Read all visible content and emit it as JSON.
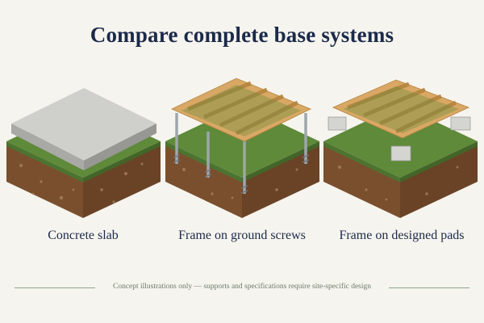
{
  "title": "Compare complete base systems",
  "panels": [
    {
      "caption": "Concrete slab",
      "icon": "concrete-slab-illustration"
    },
    {
      "caption": "Frame on ground screws",
      "icon": "ground-screw-frame-illustration"
    },
    {
      "caption": "Frame on designed pads",
      "icon": "pad-frame-illustration"
    }
  ],
  "footnote": "Concept illustrations only — supports and specifications require site-specific design",
  "colors": {
    "title": "#1b2a4a",
    "grass": "#5e8a3a",
    "soil": "#7a4f2e",
    "concrete": "#c9c9c6",
    "timber": "#d9a865",
    "steel": "#9ea6ad",
    "rule": "#8aa58c"
  }
}
